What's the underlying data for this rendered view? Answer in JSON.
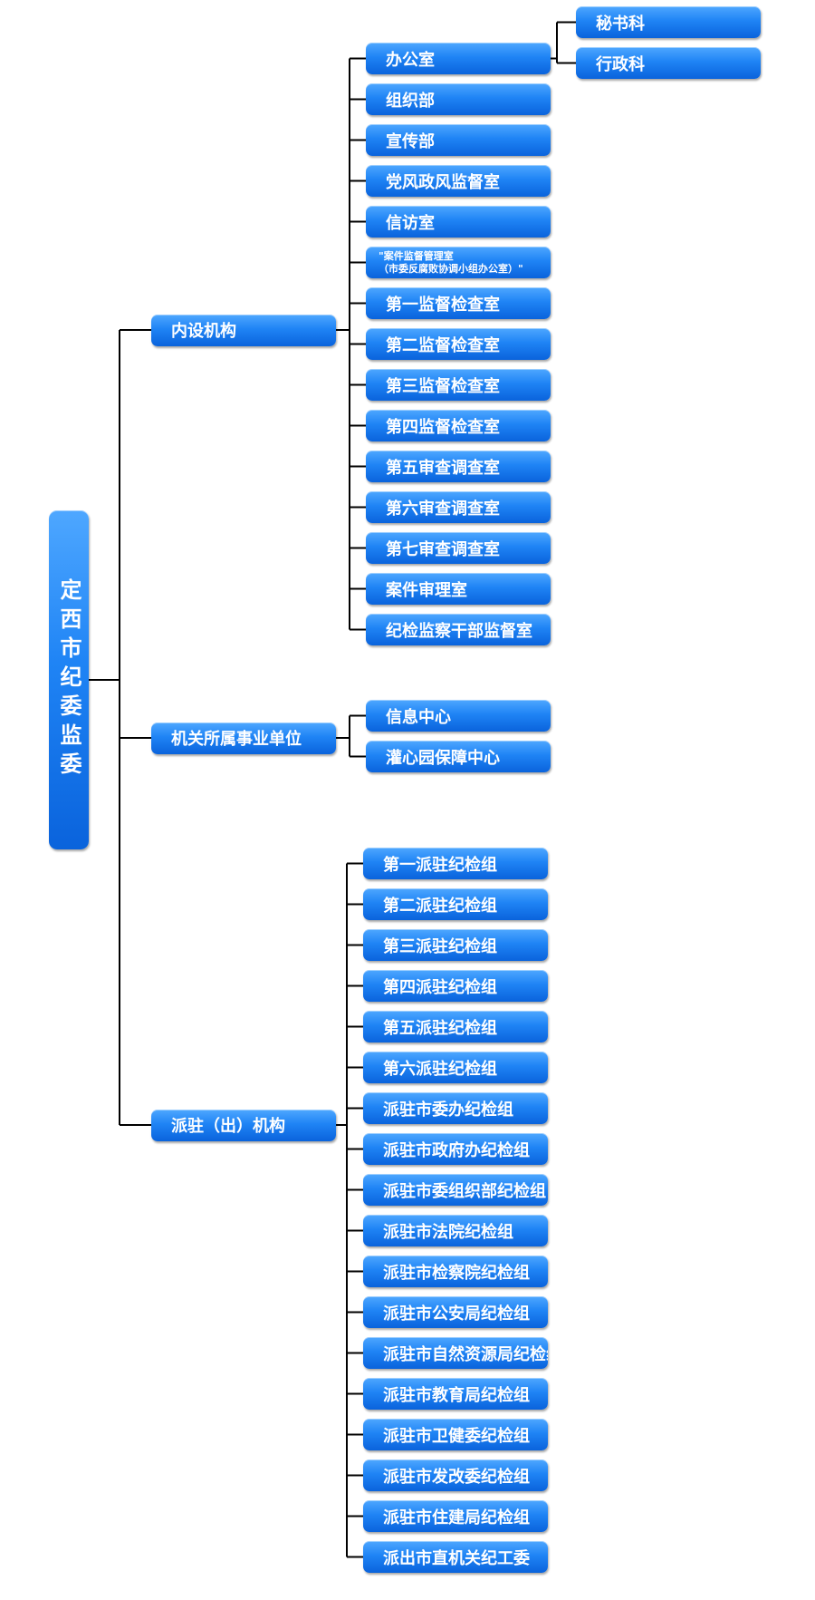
{
  "root": {
    "label": "定西市纪委监委"
  },
  "groups": [
    {
      "label": "内设机构",
      "children": [
        {
          "label": "办公室",
          "children": [
            "秘书科",
            "行政科"
          ]
        },
        {
          "label": "组织部"
        },
        {
          "label": "宣传部"
        },
        {
          "label": "党风政风监督室"
        },
        {
          "label": "信访室"
        },
        {
          "label": "\"案件监督管理室\n（市委反腐败协调小组办公室）\""
        },
        {
          "label": "第一监督检查室"
        },
        {
          "label": "第二监督检查室"
        },
        {
          "label": "第三监督检查室"
        },
        {
          "label": "第四监督检查室"
        },
        {
          "label": "第五审查调查室"
        },
        {
          "label": "第六审查调查室"
        },
        {
          "label": "第七审查调查室"
        },
        {
          "label": "案件审理室"
        },
        {
          "label": "纪检监察干部监督室"
        }
      ]
    },
    {
      "label": "机关所属事业单位",
      "children": [
        {
          "label": "信息中心"
        },
        {
          "label": "灌心园保障中心"
        }
      ]
    },
    {
      "label": "派驻（出）机构",
      "children": [
        {
          "label": "第一派驻纪检组"
        },
        {
          "label": "第二派驻纪检组"
        },
        {
          "label": "第三派驻纪检组"
        },
        {
          "label": "第四派驻纪检组"
        },
        {
          "label": "第五派驻纪检组"
        },
        {
          "label": "第六派驻纪检组"
        },
        {
          "label": "派驻市委办纪检组"
        },
        {
          "label": "派驻市政府办纪检组"
        },
        {
          "label": "派驻市委组织部纪检组"
        },
        {
          "label": "派驻市法院纪检组"
        },
        {
          "label": "派驻市检察院纪检组"
        },
        {
          "label": "派驻市公安局纪检组"
        },
        {
          "label": "派驻市自然资源局纪检组"
        },
        {
          "label": "派驻市教育局纪检组"
        },
        {
          "label": "派驻市卫健委纪检组"
        },
        {
          "label": "派驻市发改委纪检组"
        },
        {
          "label": "派驻市住建局纪检组"
        },
        {
          "label": "派出市直机关纪工委"
        }
      ]
    }
  ]
}
